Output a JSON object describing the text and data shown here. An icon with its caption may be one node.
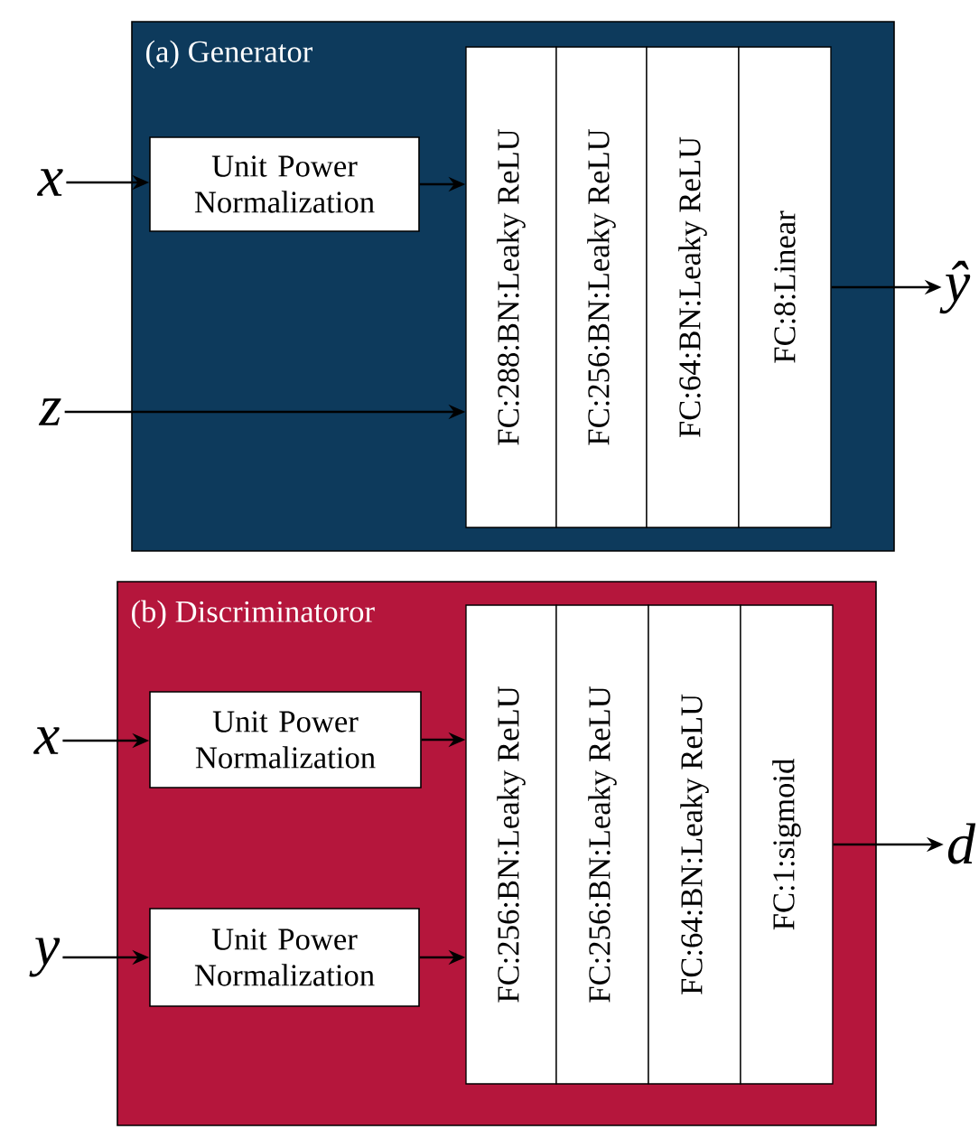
{
  "diagram": {
    "nodes": [
      {
        "text": [
          "(a) Generator"
        ]
      },
      {
        "text": [
          "x"
        ]
      },
      {
        "text": [
          "Unit Power Normalization"
        ],
        "in": 0
      },
      {
        "text": [
          "z"
        ]
      },
      {
        "text": [
          "FC:288:BN:Leaky ReLU"
        ],
        "in": 0
      },
      {
        "text": [
          "FC:256:BN:Leaky ReLU"
        ],
        "in": 0
      },
      {
        "text": [
          "FC:64:BN:Leaky ReLU"
        ],
        "in": 0
      },
      {
        "text": [
          "FC:8:Linear"
        ],
        "in": 0
      },
      {
        "text": [
          "ŷ"
        ]
      },
      {
        "text": [
          "(b) Discriminatoror"
        ]
      },
      {
        "text": [
          "x"
        ]
      },
      {
        "text": [
          "Unit Power Normalization"
        ],
        "in": 9
      },
      {
        "text": [
          "y"
        ]
      },
      {
        "text": [
          "Unit Power Normalization"
        ],
        "in": 9
      },
      {
        "text": [
          "FC:256:BN:Leaky ReLU"
        ],
        "in": 9
      },
      {
        "text": [
          "FC:256:BN:Leaky ReLU"
        ],
        "in": 9
      },
      {
        "text": [
          "FC:64:BN:Leaky ReLU"
        ],
        "in": 9
      },
      {
        "text": [
          "FC:1:sigmoid"
        ],
        "in": 9
      },
      {
        "text": [
          "d"
        ]
      }
    ],
    "edges": [
      {
        "from": 1,
        "to": 2,
        "arrow": "to"
      },
      {
        "from": 2,
        "to": 4,
        "arrow": "to"
      },
      {
        "from": 3,
        "to": 4,
        "arrow": "to"
      },
      {
        "from": 7,
        "to": 8,
        "arrow": "to"
      },
      {
        "from": 10,
        "to": 11,
        "arrow": "to"
      },
      {
        "from": 11,
        "to": 14,
        "arrow": "to"
      },
      {
        "from": 12,
        "to": 13,
        "arrow": "to"
      },
      {
        "from": 13,
        "to": 14,
        "arrow": "to"
      },
      {
        "from": 17,
        "to": 18,
        "arrow": "to"
      }
    ]
  }
}
